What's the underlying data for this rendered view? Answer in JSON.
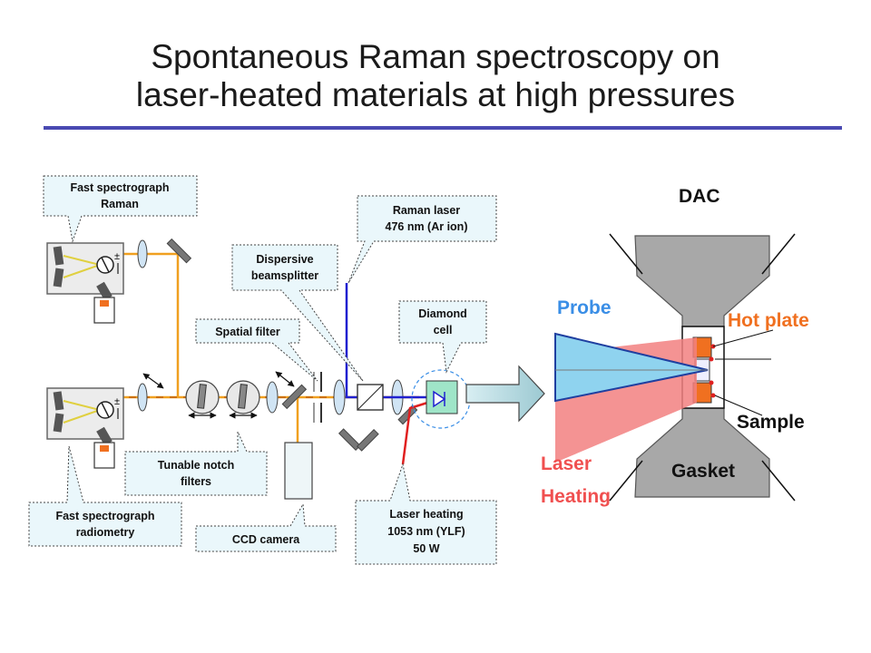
{
  "title": {
    "line1": "Spontaneous Raman spectroscopy on",
    "line2": "laser-heated materials at high pressures"
  },
  "callouts": {
    "spectrograph_raman": [
      "Fast spectrograph",
      "Raman"
    ],
    "raman_laser": [
      "Raman laser",
      "476 nm (Ar ion)"
    ],
    "dispersive_beamsplitter": [
      "Dispersive",
      "beamsplitter"
    ],
    "diamond_cell": [
      "Diamond",
      "cell"
    ],
    "spatial_filter": [
      "Spatial filter"
    ],
    "tunable_notch_filters": [
      "Tunable notch",
      "filters"
    ],
    "spectrograph_radiometry": [
      "Fast spectrograph",
      "radiometry"
    ],
    "ccd_camera": [
      "CCD camera"
    ],
    "laser_heating": [
      "Laser heating",
      "1053 nm (YLF)",
      "50 W"
    ]
  },
  "dac_labels": {
    "dac": "DAC",
    "probe": "Probe",
    "hot_plate": "Hot plate",
    "sample": "Sample",
    "laser": "Laser",
    "heating": "Heating",
    "gasket": "Gasket"
  },
  "colors": {
    "title_rule": "#4a4ab2",
    "callout_fill": "#eaf7fb",
    "raman_beam": "#2020d0",
    "heating_beam": "#e02020",
    "optical_path": "#f0a020",
    "probe_label": "#3a8ee6",
    "hot_plate_label": "#f07020",
    "laser_heating_label": "#f05050",
    "anvil": "#a8a8a8"
  }
}
